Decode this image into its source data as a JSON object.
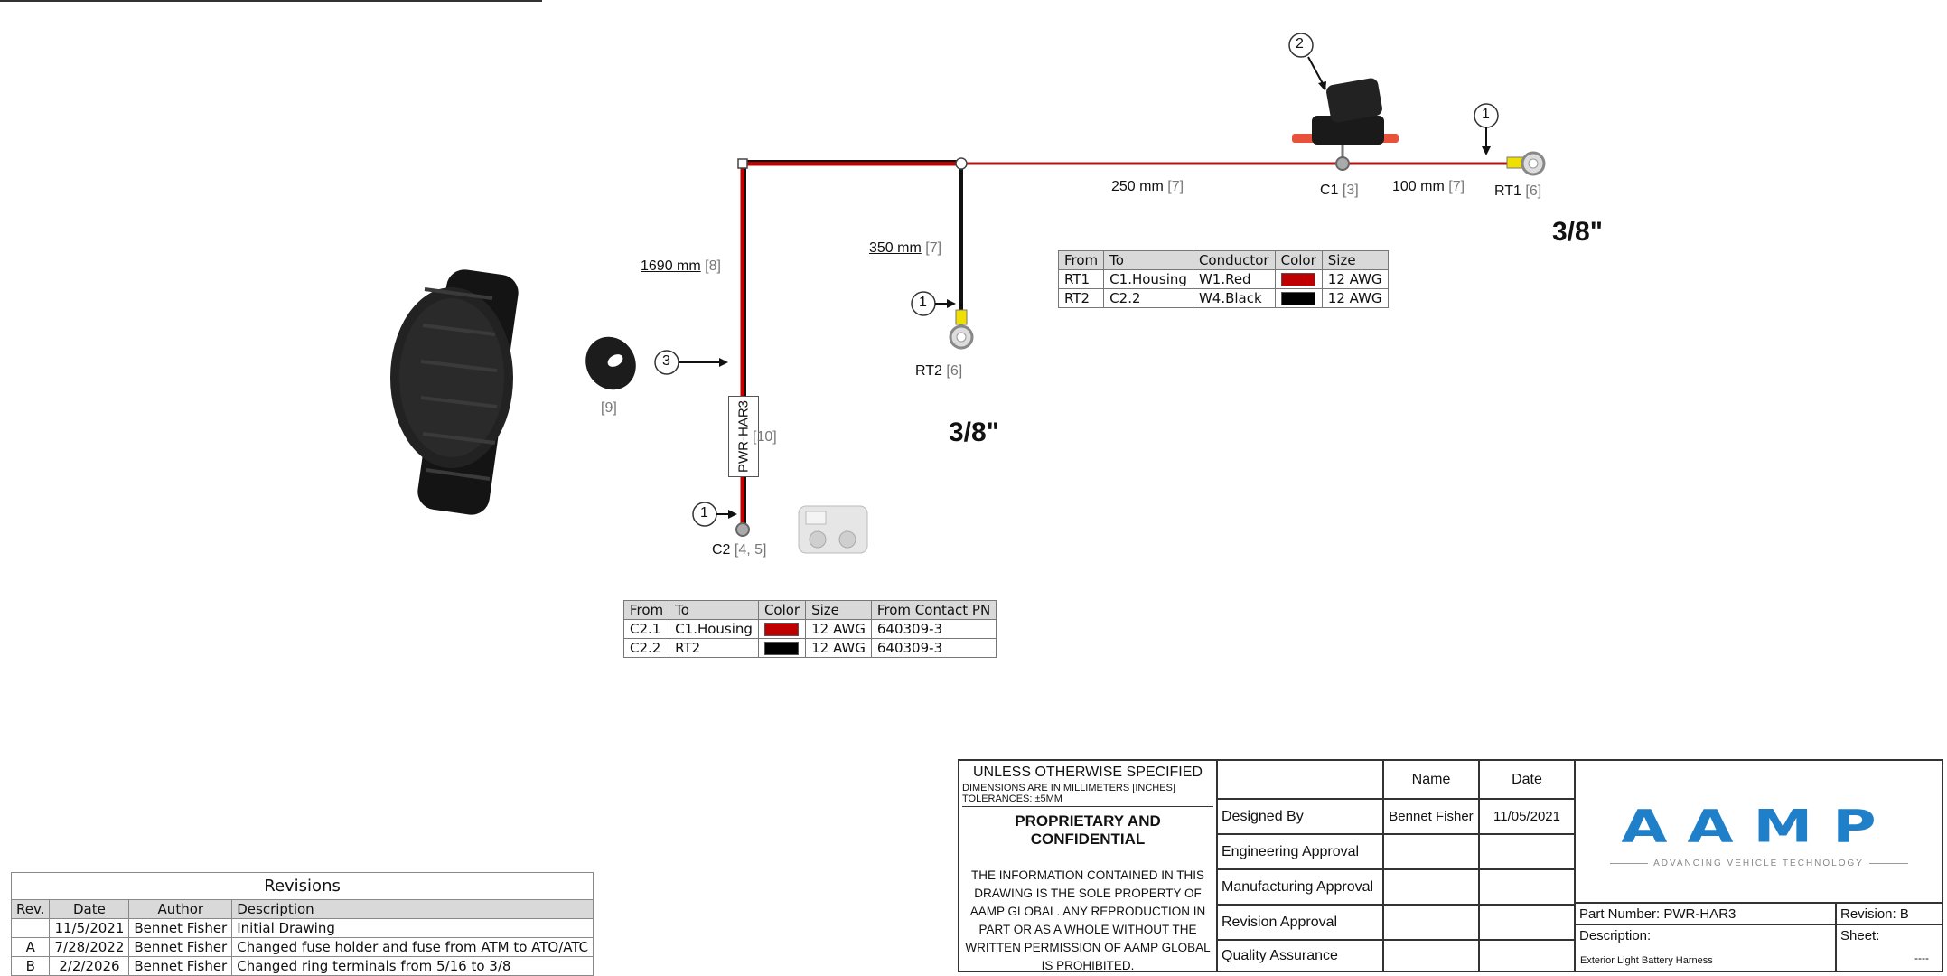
{
  "drawing": {
    "fuse_balloon": "2",
    "terminal_balloon": "1",
    "grommet_balloon": "3",
    "segments": [
      {
        "length": "250 mm",
        "ref": "[7]"
      },
      {
        "length": "100 mm",
        "ref": "[7]"
      },
      {
        "length": "350 mm",
        "ref": "[7]"
      },
      {
        "length": "1690 mm",
        "ref": "[8]"
      }
    ],
    "nodes": {
      "c1": {
        "name": "C1",
        "ref": "[3]"
      },
      "rt1": {
        "name": "RT1",
        "ref": "[6]"
      },
      "rt2": {
        "name": "RT2",
        "ref": "[6]"
      },
      "c2": {
        "name": "C2",
        "ref": "[4, 5]"
      },
      "grommet_ref": "[9]"
    },
    "label_sleeve": {
      "text": "PWR-HAR3",
      "ref": "[10]"
    },
    "callout_rt1": "3/8\"",
    "callout_rt2": "3/8\""
  },
  "wire_table_rt": {
    "headers": [
      "From",
      "To",
      "Conductor",
      "Color",
      "Size"
    ],
    "rows": [
      {
        "from": "RT1",
        "to": "C1.Housing",
        "conductor": "W1.Red",
        "color": "#c00000",
        "size": "12 AWG"
      },
      {
        "from": "RT2",
        "to": "C2.2",
        "conductor": "W4.Black",
        "color": "#000000",
        "size": "12 AWG"
      }
    ]
  },
  "wire_table_c2": {
    "headers": [
      "From",
      "To",
      "Color",
      "Size",
      "From Contact PN"
    ],
    "rows": [
      {
        "from": "C2.1",
        "to": "C1.Housing",
        "color": "#c00000",
        "size": "12 AWG",
        "pn": "640309-3"
      },
      {
        "from": "C2.2",
        "to": "RT2",
        "color": "#000000",
        "size": "12 AWG",
        "pn": "640309-3"
      }
    ]
  },
  "revisions": {
    "title": "Revisions",
    "headers": [
      "Rev.",
      "Date",
      "Author",
      "Description"
    ],
    "rows": [
      {
        "rev": "",
        "date": "11/5/2021",
        "author": "Bennet Fisher",
        "desc": "Initial Drawing"
      },
      {
        "rev": "A",
        "date": "7/28/2022",
        "author": "Bennet Fisher",
        "desc": "Changed fuse holder and fuse from ATM to ATO/ATC"
      },
      {
        "rev": "B",
        "date": "2/2/2026",
        "author": "Bennet Fisher",
        "desc": "Changed ring terminals from 5/16 to 3/8"
      }
    ]
  },
  "title_block": {
    "unless": "UNLESS OTHERWISE SPECIFIED",
    "dims": "DIMENSIONS ARE IN MILLIMETERS [INCHES]",
    "tol": "TOLERANCES: ±5MM",
    "prop_title": "PROPRIETARY AND CONFIDENTIAL",
    "prop_text": "THE INFORMATION CONTAINED IN THIS DRAWING IS THE SOLE PROPERTY OF AAMP GLOBAL. ANY REPRODUCTION IN PART OR AS A WHOLE WITHOUT THE WRITTEN PERMISSION OF AAMP GLOBAL IS PROHIBITED.",
    "col_name": "Name",
    "col_date": "Date",
    "approvals": [
      {
        "role": "Designed By",
        "name": "Bennet Fisher",
        "date": "11/05/2021"
      },
      {
        "role": "Engineering Approval",
        "name": "",
        "date": ""
      },
      {
        "role": "Manufacturing Approval",
        "name": "",
        "date": ""
      },
      {
        "role": "Revision Approval",
        "name": "",
        "date": ""
      },
      {
        "role": "Quality Assurance",
        "name": "",
        "date": ""
      }
    ],
    "logo": "AAMP",
    "tagline": "ADVANCING VEHICLE TECHNOLOGY",
    "part_number": "Part Number: PWR-HAR3",
    "revision": "Revision: B",
    "description_label": "Description:",
    "sheet_label": "Sheet:",
    "description": "Exterior Light Battery Harness",
    "sheet_value": "----",
    "brand_color": "#1f7fc8"
  }
}
